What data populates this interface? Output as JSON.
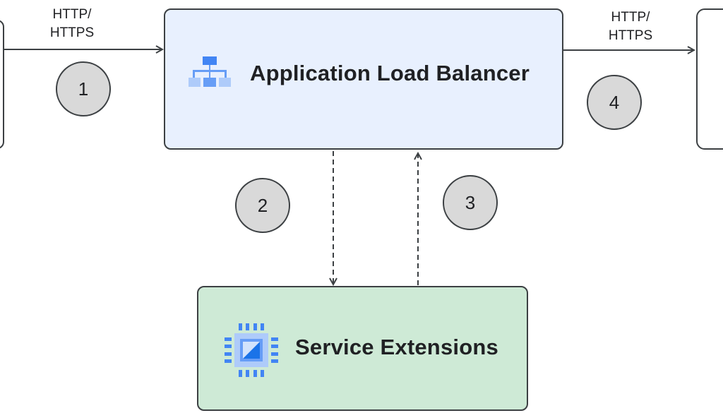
{
  "nodes": {
    "alb": {
      "label": "Application Load Balancer",
      "icon": "load-balancer-icon",
      "color": "#e8f0fe"
    },
    "service_extensions": {
      "label": "Service Extensions",
      "icon": "chip-icon",
      "color": "#ceead6"
    }
  },
  "edges": {
    "incoming": {
      "protocol": "HTTP/\nHTTPS",
      "step": "1"
    },
    "to_extension": {
      "step": "2"
    },
    "from_extension": {
      "step": "3"
    },
    "outgoing": {
      "protocol": "HTTP/\nHTTPS",
      "step": "4"
    }
  }
}
